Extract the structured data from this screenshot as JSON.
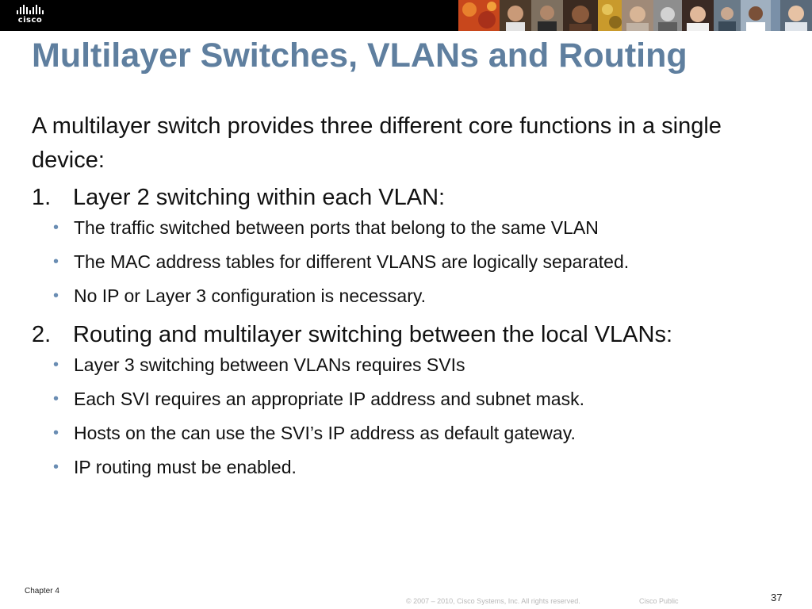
{
  "header": {
    "logo_text": "cisco",
    "brand_color": "#000000",
    "photo_strip_icons": [
      "orange-texture-photo",
      "person-photo",
      "person-photo",
      "person-photo",
      "yellow-texture-photo",
      "person-photo",
      "person-photo",
      "person-photo",
      "person-photo",
      "person-photo",
      "person-photo",
      "person-photo"
    ]
  },
  "slide": {
    "title": "Multilayer Switches, VLANs and Routing",
    "title_color": "#5f7f9f",
    "intro": "A multilayer switch provides three different core functions in a single device:",
    "sections": [
      {
        "number": "1.",
        "heading": "Layer 2 switching within each VLAN:",
        "bullets": [
          "The traffic switched between ports that belong to the same VLAN",
          "The MAC address tables for different VLANS are logically separated.",
          "No IP or Layer 3 configuration is necessary."
        ]
      },
      {
        "number": "2.",
        "heading": "Routing and multilayer switching between the local VLANs:",
        "bullets": [
          "Layer 3 switching between VLANs requires SVIs",
          "Each SVI requires an appropriate IP address and subnet mask.",
          "Hosts on the can use the SVI’s IP address as default gateway.",
          "IP routing must be enabled."
        ]
      }
    ]
  },
  "footer": {
    "chapter": "Chapter 4",
    "copyright": "© 2007 – 2010, Cisco Systems, Inc. All rights reserved.",
    "classification": "Cisco Public",
    "page_number": "37"
  }
}
